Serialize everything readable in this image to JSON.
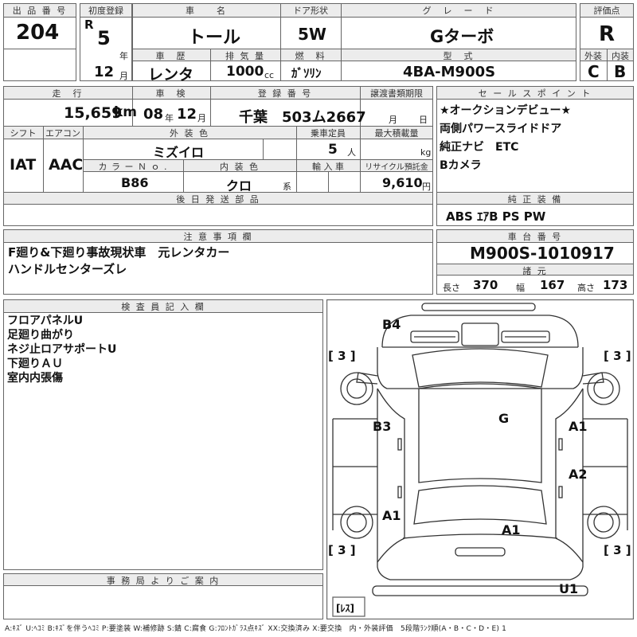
{
  "header": {
    "lot_label": "出 品 番 号",
    "lot_number": "204",
    "first_reg_label": "初度登録",
    "era": "R",
    "year": "5",
    "year_unit": "年",
    "month": "12",
    "month_unit": "月",
    "car_name_label": "車　　名",
    "car_name": "トール",
    "door_label": "ドア形状",
    "door": "5W",
    "grade_label": "グ　レ　ー　ド",
    "grade": "Gターボ",
    "score_label": "評価点",
    "score": "R",
    "history_label": "車　歴",
    "history": "レンタ",
    "displacement_label": "排 気 量",
    "displacement": "1000",
    "displacement_unit": "cc",
    "fuel_label": "燃　料",
    "fuel": "ｶﾞｿﾘﾝ",
    "model_label": "型　式",
    "model": "4BA-M900S",
    "exterior_label": "外装",
    "exterior": "C",
    "interior_label": "内装",
    "interior": "B"
  },
  "row2": {
    "mileage_label": "走　行",
    "mileage": "15,659",
    "mileage_unit": "km",
    "inspection_label": "車　検",
    "inspection_year": "08",
    "inspection_year_unit": "年",
    "inspection_month": "12",
    "inspection_month_unit": "月",
    "reg_label": "登 録 番 号",
    "reg": "千葉　503ム2667",
    "transfer_label": "譲渡書類期限",
    "transfer_month_unit": "月",
    "transfer_day_unit": "日",
    "shift_label": "シフト",
    "shift": "IAT",
    "ac_label": "エアコン",
    "ac": "AAC",
    "ext_color_label": "外 装 色",
    "ext_color": "ミズイロ",
    "capacity_label": "乗車定員",
    "capacity": "5",
    "capacity_unit": "人",
    "load_label": "最大積載量",
    "load_unit": "kg",
    "color_no_label": "カ ラ ー Ｎ ｏ .",
    "color_no": "B86",
    "int_color_label": "内 装 色",
    "int_color": "クロ",
    "int_color_unit": "系",
    "import_label": "輸 入 車",
    "recycle_label": "リサイクル預託金",
    "recycle": "9,610",
    "recycle_unit": "円",
    "later_parts_label": "後 日 発 送 部 品"
  },
  "sales": {
    "label": "セ ー ル ス ポ イ ン ト",
    "lines": [
      "★オークションデビュー★",
      "両側パワースライドドア",
      "純正ナビ　ETC",
      "Bカメラ"
    ]
  },
  "equipment": {
    "label": "純 正 装 備",
    "value": "ABS ｴｱB PS PW"
  },
  "notes": {
    "label": "注 意 事 項 欄",
    "lines": [
      "F廻り&下廻り事故現状車　元レンタカー",
      "ハンドルセンターズレ"
    ]
  },
  "chassis": {
    "label": "車 台 番 号",
    "value": "M900S-1010917",
    "dims_label": "諸 元",
    "length_label": "長さ",
    "length": "370",
    "width_label": "幅",
    "width": "167",
    "height_label": "高さ",
    "height": "173"
  },
  "inspector": {
    "label": "検 査 員 記 入 欄",
    "lines": [
      "フロアパネルU",
      "足廻り曲がり",
      "ネジ止ロアサポートU",
      "下廻りＡＵ",
      "室内内張傷"
    ]
  },
  "office": {
    "label": "事 務 局 よ り ご 案 内"
  },
  "diagram": {
    "marks": {
      "b4": "B4",
      "g": "G",
      "b3": "B3",
      "a1_right": "A1",
      "a2": "A2",
      "a1_left": "A1",
      "a1_bottom": "A1",
      "u1": "U1"
    },
    "tire_tl": "[ 3 ]",
    "tire_tr": "[ 3 ]",
    "tire_bl": "[ 3 ]",
    "tire_br": "[ 3 ]",
    "spare": "[ﾚｽ]"
  },
  "legend": "A:ｷｽﾞ U:ﾍｺﾐ B:ｷｽﾞを伴うﾍｺﾐ P:要塗装 W:補修跡 S:錆 C:腐食 G:ﾌﾛﾝﾄｶﾞﾗｽ点ｷｽﾞ XX:交換済み X:要交換　内・外装評価　5段階ﾗﾝｸ順(A・B・C・D・E) 1"
}
